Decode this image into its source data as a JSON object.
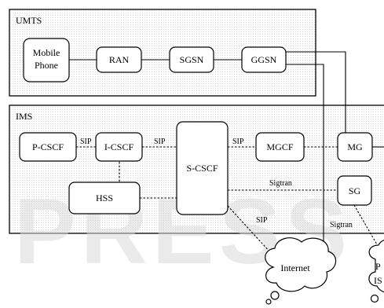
{
  "domains": {
    "umts": "UMTS",
    "ims": "IMS"
  },
  "nodes": {
    "mobile_phone_l1": "Mobile",
    "mobile_phone_l2": "Phone",
    "ran": "RAN",
    "sgsn": "SGSN",
    "ggsn": "GGSN",
    "p_cscf": "P-CSCF",
    "i_cscf": "I-CSCF",
    "s_cscf": "S-CSCF",
    "mgcf": "MGCF",
    "mg": "MG",
    "hss": "HSS",
    "sg": "SG",
    "internet": "Internet",
    "pstn_l1": "P",
    "pstn_l2": "IS"
  },
  "links": {
    "sip_p_i": "SIP",
    "sip_i_s": "SIP",
    "sip_s_mgcf": "SIP",
    "sigtran_s_sg": "Sigtran",
    "sip_s_internet": "SIP",
    "sigtran_sg": "Sigtran"
  },
  "watermark": "PRESS"
}
